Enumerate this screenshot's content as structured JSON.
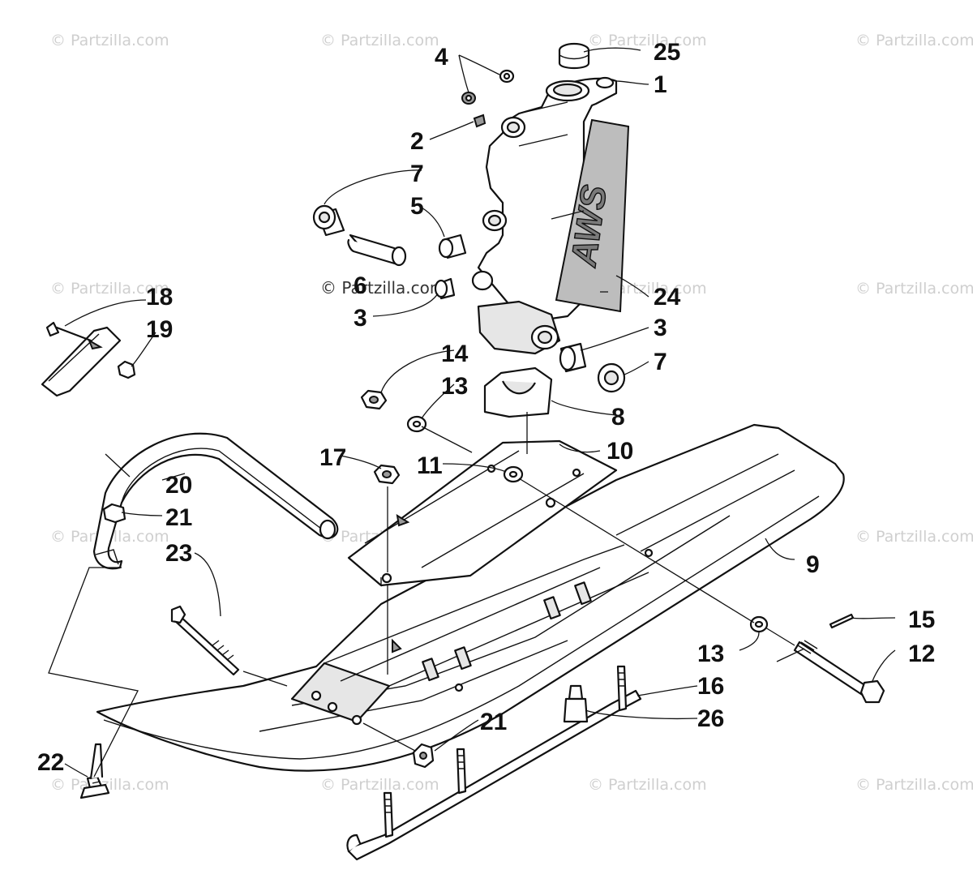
{
  "watermark_text": "© Partzilla.com",
  "decal_logo_text": "AWS",
  "callouts": {
    "c1": "1",
    "c2": "2",
    "c3a": "3",
    "c3b": "3",
    "c4": "4",
    "c5": "5",
    "c6": "6",
    "c7a": "7",
    "c7b": "7",
    "c8": "8",
    "c9": "9",
    "c10": "10",
    "c11": "11",
    "c12": "12",
    "c13a": "13",
    "c13b": "13",
    "c14": "14",
    "c15": "15",
    "c16": "16",
    "c17": "17",
    "c18": "18",
    "c19": "19",
    "c20": "20",
    "c21a": "21",
    "c21b": "21",
    "c22": "22",
    "c23": "23",
    "c24": "24",
    "c25": "25",
    "c26": "26"
  }
}
